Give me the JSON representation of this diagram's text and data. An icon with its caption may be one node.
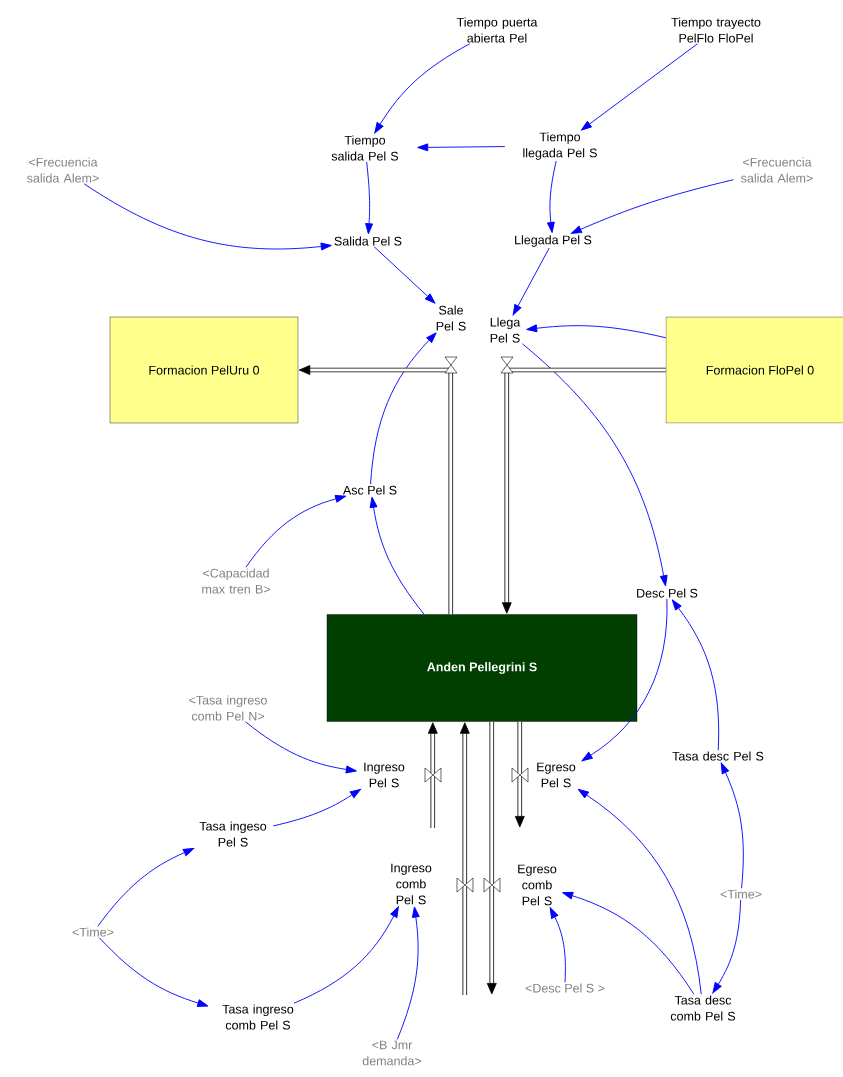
{
  "diagram": {
    "nodes": [
      {
        "text": [
          "Tiempo puerta abierta Pel"
        ]
      },
      {
        "text": [
          "Tiempo trayecto PelFlo FloPel"
        ]
      },
      {
        "text": [
          "Tiempo salida Pel S"
        ]
      },
      {
        "text": [
          "Tiempo llegada Pel S"
        ]
      },
      {
        "text": [
          "<Frecuencia salida Alem>"
        ]
      },
      {
        "text": [
          "<Frecuencia salida Alem>"
        ]
      },
      {
        "text": [
          "Salida Pel S"
        ]
      },
      {
        "text": [
          "Llegada Pel S"
        ]
      },
      {
        "text": [
          "Sale Pel S"
        ]
      },
      {
        "text": [
          "Llega Pel S"
        ]
      },
      {
        "text": [
          "Formacion PelUru 0"
        ]
      },
      {
        "text": [
          "Formacion FloPel 0"
        ]
      },
      {
        "text": [
          "Asc Pel S"
        ]
      },
      {
        "text": [
          "Desc Pel S"
        ]
      },
      {
        "text": [
          "<Capacidad max tren B>"
        ]
      },
      {
        "text": [
          "Anden Pellegrini S"
        ]
      },
      {
        "text": [
          "<Tasa ingreso comb Pel N>"
        ]
      },
      {
        "text": [
          "Ingreso Pel S"
        ]
      },
      {
        "text": [
          "Egreso Pel S"
        ]
      },
      {
        "text": [
          "Tasa desc Pel S"
        ]
      },
      {
        "text": [
          "Tasa ingeso Pel S"
        ]
      },
      {
        "text": [
          "Ingreso comb Pel S"
        ]
      },
      {
        "text": [
          "Egreso comb Pel S"
        ]
      },
      {
        "text": [
          "<Time>"
        ]
      },
      {
        "text": [
          "<Time>"
        ]
      },
      {
        "text": [
          "<Desc Pel S >"
        ]
      },
      {
        "text": [
          "Tasa ingreso comb Pel S"
        ]
      },
      {
        "text": [
          "Tasa desc comb Pel S"
        ]
      },
      {
        "text": [
          "<B Jmr demanda>"
        ]
      }
    ],
    "edges": [
      {
        "from": 0,
        "to": 2,
        "arrow": "to"
      },
      {
        "from": 1,
        "to": 3,
        "arrow": "to"
      },
      {
        "from": 3,
        "to": 2,
        "arrow": "to"
      },
      {
        "from": 2,
        "to": 6,
        "arrow": "to"
      },
      {
        "from": 3,
        "to": 7,
        "arrow": "to"
      },
      {
        "from": 4,
        "to": 6,
        "arrow": "to"
      },
      {
        "from": 5,
        "to": 7,
        "arrow": "to"
      },
      {
        "from": 6,
        "to": 8,
        "arrow": "to"
      },
      {
        "from": 7,
        "to": 9,
        "arrow": "to"
      },
      {
        "from": 11,
        "to": 9,
        "arrow": "to"
      },
      {
        "from": 12,
        "to": 8,
        "arrow": "to"
      },
      {
        "from": 15,
        "to": 12,
        "arrow": "to"
      },
      {
        "from": 14,
        "to": 12,
        "arrow": "to"
      },
      {
        "from": 9,
        "to": 13,
        "arrow": "to"
      },
      {
        "from": 13,
        "to": 18,
        "arrow": "to"
      },
      {
        "from": 19,
        "to": 13,
        "arrow": "to"
      },
      {
        "from": 16,
        "to": 17,
        "arrow": "to"
      },
      {
        "from": 20,
        "to": 17,
        "arrow": "to"
      },
      {
        "from": 23,
        "to": 20,
        "arrow": "to"
      },
      {
        "from": 23,
        "to": 26,
        "arrow": "to"
      },
      {
        "from": 26,
        "to": 21,
        "arrow": "to"
      },
      {
        "from": 28,
        "to": 21,
        "arrow": "to"
      },
      {
        "from": 27,
        "to": 18,
        "arrow": "to"
      },
      {
        "from": 27,
        "to": 22,
        "arrow": "to"
      },
      {
        "from": 25,
        "to": 22,
        "arrow": "to"
      },
      {
        "from": 24,
        "to": 19,
        "arrow": "to"
      },
      {
        "from": 24,
        "to": 27,
        "arrow": "to"
      },
      {
        "from": 15,
        "to": 10,
        "arrow": "to",
        "style": "thick",
        "color": "#000000"
      },
      {
        "from": 11,
        "to": 15,
        "arrow": "to",
        "style": "thick",
        "color": "#000000"
      },
      {
        "from": null,
        "to": 15,
        "arrow": "to",
        "style": "thick",
        "color": "#000000"
      },
      {
        "from": null,
        "to": 15,
        "arrow": "to",
        "style": "thick",
        "color": "#000000"
      },
      {
        "from": 15,
        "to": null,
        "arrow": "to",
        "style": "thick",
        "color": "#000000"
      },
      {
        "from": 15,
        "to": null,
        "arrow": "to",
        "style": "thick",
        "color": "#000000"
      }
    ]
  }
}
